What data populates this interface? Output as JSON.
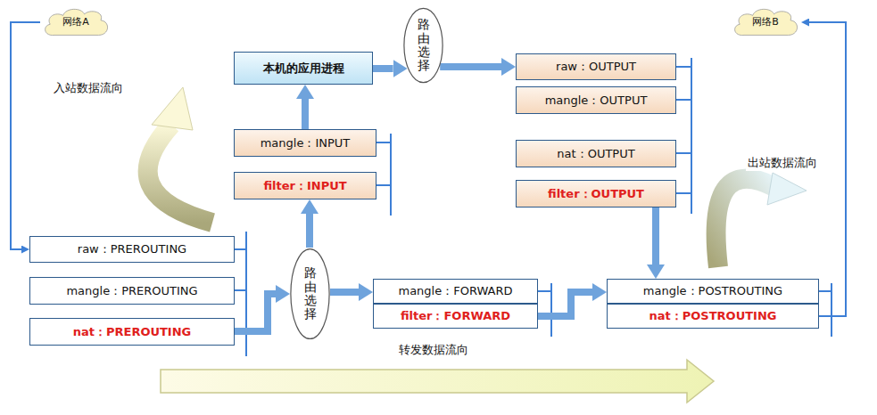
{
  "diagram": {
    "nodes": [
      {
        "text": [
          "网络A"
        ]
      },
      {
        "text": [
          "本机的应用进程"
        ]
      },
      {
        "text": [
          "路由选择"
        ]
      },
      {
        "text": [
          "网络B"
        ]
      },
      {
        "text": [
          "raw：OUTPUT"
        ]
      },
      {
        "text": [
          "mangle：OUTPUT"
        ]
      },
      {
        "text": [
          "nat：OUTPUT"
        ]
      },
      {
        "text": [
          "filter：OUTPUT"
        ]
      },
      {
        "text": [
          "mangle：INPUT"
        ]
      },
      {
        "text": [
          "filter：INPUT"
        ]
      },
      {
        "text": [
          "raw：PREROUTING"
        ]
      },
      {
        "text": [
          "mangle：PREROUTING"
        ]
      },
      {
        "text": [
          "nat：PREROUTING"
        ]
      },
      {
        "text": [
          "路由选择"
        ]
      },
      {
        "text": [
          "mangle：FORWARD"
        ]
      },
      {
        "text": [
          "filter：FORWARD"
        ]
      },
      {
        "text": [
          "mangle：POSTROUTING"
        ]
      },
      {
        "text": [
          "nat：POSTROUTING"
        ]
      }
    ],
    "edges": [
      {
        "from": 0,
        "to": 10,
        "arrow": "to"
      },
      {
        "from": 12,
        "to": 13,
        "arrow": "to"
      },
      {
        "from": 13,
        "to": 9,
        "arrow": "to"
      },
      {
        "from": 8,
        "to": 1,
        "arrow": "to"
      },
      {
        "from": 1,
        "to": 2,
        "arrow": "to"
      },
      {
        "from": 2,
        "to": 4,
        "arrow": "to"
      },
      {
        "from": 13,
        "to": 14,
        "arrow": "to"
      },
      {
        "from": 7,
        "to": 16,
        "arrow": "to"
      },
      {
        "from": 15,
        "to": 16,
        "arrow": "to"
      },
      {
        "from": 17,
        "to": 3,
        "arrow": "to"
      }
    ],
    "labels": [
      "入站数据流向",
      "出站数据流向",
      "转发数据流向"
    ]
  }
}
